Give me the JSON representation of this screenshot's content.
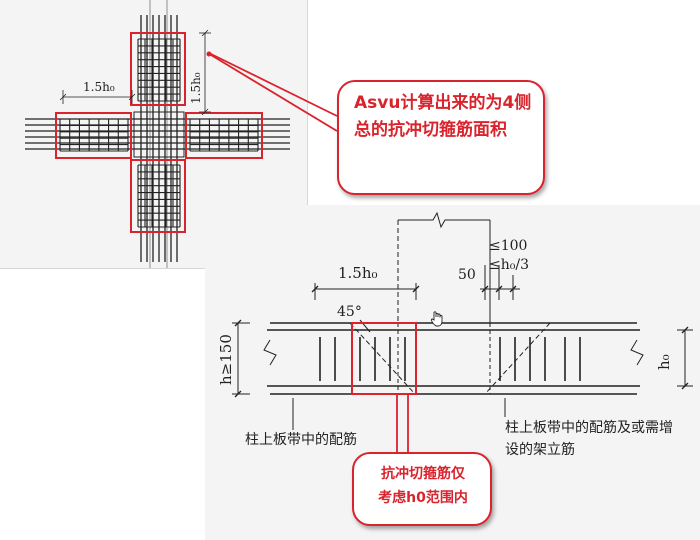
{
  "plan": {
    "dim_horizontal": "1.5h₀",
    "dim_vertical": "1.5h₀"
  },
  "section": {
    "dim_span": "1.5h₀",
    "dim_50": "50",
    "dim_limit_1": "≤100",
    "dim_limit_2": "≤h₀/3",
    "angle": "45°",
    "slab_thickness": "h≥150",
    "effective_depth": "h₀",
    "label_left": "柱上板带中的配筋",
    "label_right_line1": "柱上板带中的配筋及或需增",
    "label_right_line2": "设的架立筋"
  },
  "callouts": {
    "top_text": "Asvu计算出来的为4侧总的抗冲切箍筋面积",
    "bottom_line1": "抗冲切箍筋仅",
    "bottom_line2": "考虑h0范围内"
  },
  "colors": {
    "accent_red": "#d9232d",
    "drawing_line": "#222222"
  },
  "icons": {
    "cursor": "hand-pointer-icon"
  }
}
